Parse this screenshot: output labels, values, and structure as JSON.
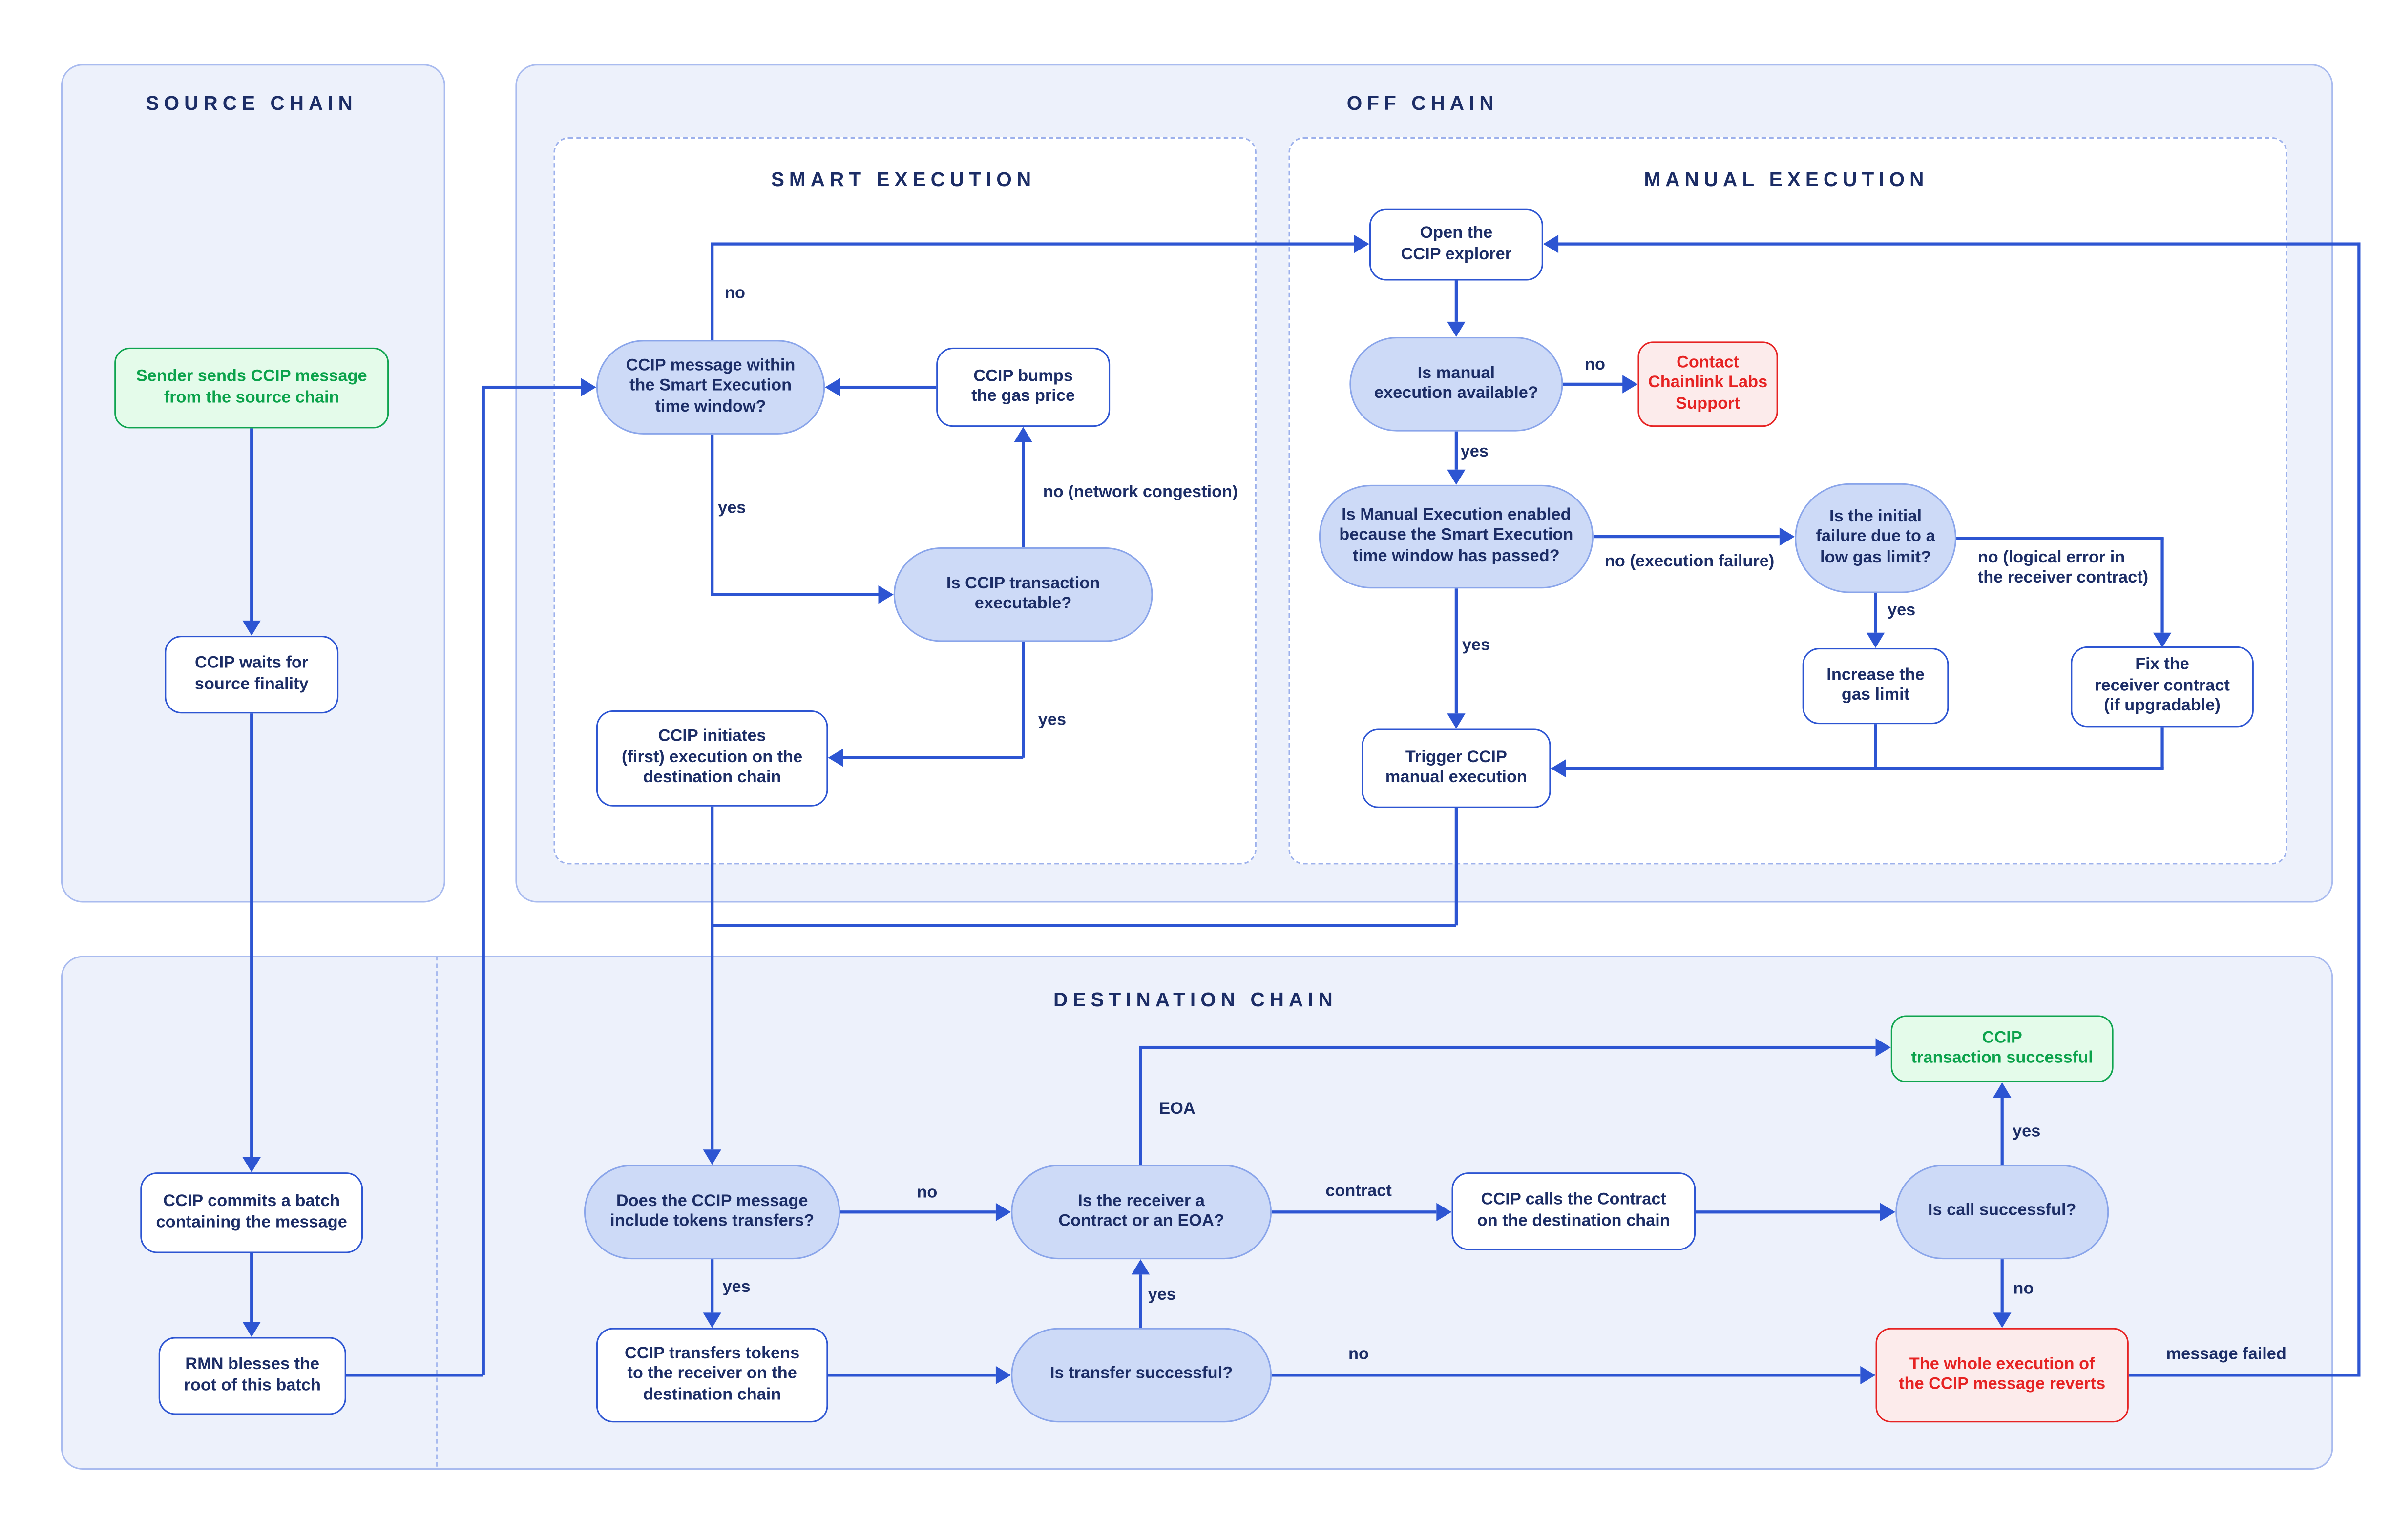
{
  "panels": {
    "source_chain": "SOURCE CHAIN",
    "off_chain": "OFF CHAIN",
    "smart_execution": "SMART EXECUTION",
    "manual_execution": "MANUAL EXECUTION",
    "destination_chain": "DESTINATION CHAIN"
  },
  "nodes": {
    "sender": "Sender sends CCIP message\nfrom the source chain",
    "waits": "CCIP waits for\nsource finality",
    "commits": "CCIP commits a batch\ncontaining the message",
    "rmn": "RMN blesses the\nroot of this batch",
    "within": "CCIP message within\nthe Smart Execution\ntime window?",
    "bumps": "CCIP bumps\nthe gas price",
    "executable": "Is CCIP transaction\nexecutable?",
    "initiates": "CCIP initiates\n(first) execution on the\ndestination chain",
    "open_explorer": "Open the\nCCIP explorer",
    "manual_available": "Is manual\nexecution available?",
    "contact_support": "Contact\nChainlink Labs\nSupport",
    "manual_enabled": "Is Manual Execution enabled\nbecause the Smart Execution\ntime window has passed?",
    "initial_failure": "Is the initial\nfailure due to a\nlow gas limit?",
    "increase_gas": "Increase the\ngas limit",
    "fix_receiver": "Fix the\nreceiver contract\n(if upgradable)",
    "trigger_manual": "Trigger CCIP\nmanual execution",
    "tokens_question": "Does the CCIP message\ninclude tokens transfers?",
    "receiver_question": "Is the receiver a\nContract or an EOA?",
    "ccip_calls": "CCIP calls the Contract\non the destination chain",
    "call_successful": "Is call successful?",
    "tx_successful": "CCIP\ntransaction successful",
    "transfers_tokens": "CCIP transfers tokens\nto the receiver on the\ndestination chain",
    "transfer_successful": "Is transfer successful?",
    "execution_reverts": "The whole execution of\nthe CCIP message reverts"
  },
  "edges": {
    "within_no": "no",
    "within_yes": "yes",
    "congestion_no": "no (network congestion)",
    "executable_yes": "yes",
    "available_no": "no",
    "available_yes": "yes",
    "exec_failure_no": "no (execution failure)",
    "enabled_yes": "yes",
    "low_gas_yes": "yes",
    "logical_error_no": "no (logical error in\nthe receiver contract)",
    "tokens_no": "no",
    "tokens_yes": "yes",
    "transfer_yes": "yes",
    "transfer_no": "no",
    "eoa": "EOA",
    "contract": "contract",
    "call_yes": "yes",
    "call_no": "no",
    "message_failed": "message failed"
  },
  "colors": {
    "line": "#2D55D2",
    "navy": "#1C2D66",
    "stadium-fill": "#CDDAF7",
    "stadium-border": "#8AA5EA",
    "panel-fill": "#EDF1FB",
    "panel-border": "#A9BBEF",
    "subpanel-border": "#9DB1EC",
    "green-fill": "#E4FBEA",
    "green-border": "#0FA44F",
    "green-text": "#0BA24B",
    "red-fill": "#FCEBEB",
    "red-border": "#E62323",
    "red-text": "#E62323"
  }
}
